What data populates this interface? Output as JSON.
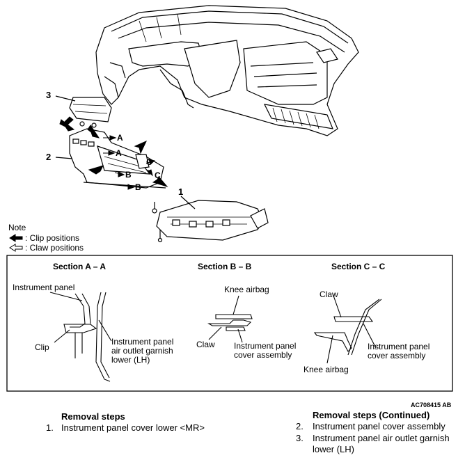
{
  "callouts": {
    "c1": "1",
    "c2": "2",
    "c3": "3"
  },
  "arrow_letters": {
    "a1": "A",
    "a2": "A",
    "b1": "B",
    "b2": "B",
    "c1": "C",
    "c2": "C"
  },
  "note": {
    "title": "Note",
    "clip": ": Clip positions",
    "claw": ": Claw positions"
  },
  "sections": {
    "aa": {
      "title": "Section A – A",
      "instrument_panel": "Instrument panel",
      "clip": "Clip",
      "garnish_l1": "Instrument panel",
      "garnish_l2": "air outlet garnish",
      "garnish_l3": "lower (LH)"
    },
    "bb": {
      "title": "Section B – B",
      "knee_airbag": "Knee airbag",
      "claw": "Claw",
      "cover_l1": "Instrument panel",
      "cover_l2": "cover assembly"
    },
    "cc": {
      "title": "Section C – C",
      "claw": "Claw",
      "knee_airbag": "Knee airbag",
      "cover_l1": "Instrument panel",
      "cover_l2": "cover assembly"
    }
  },
  "figure_code": "AC708415 AB",
  "removal_left": {
    "title": "Removal steps",
    "items": [
      {
        "num": "1.",
        "text": "Instrument panel cover lower <MR>"
      }
    ]
  },
  "removal_right": {
    "title": "Removal steps (Continued)",
    "items": [
      {
        "num": "2.",
        "text": "Instrument panel cover assembly"
      },
      {
        "num": "3.",
        "text": "Instrument panel air outlet garnish"
      },
      {
        "num": "",
        "text": "lower (LH)"
      }
    ]
  }
}
